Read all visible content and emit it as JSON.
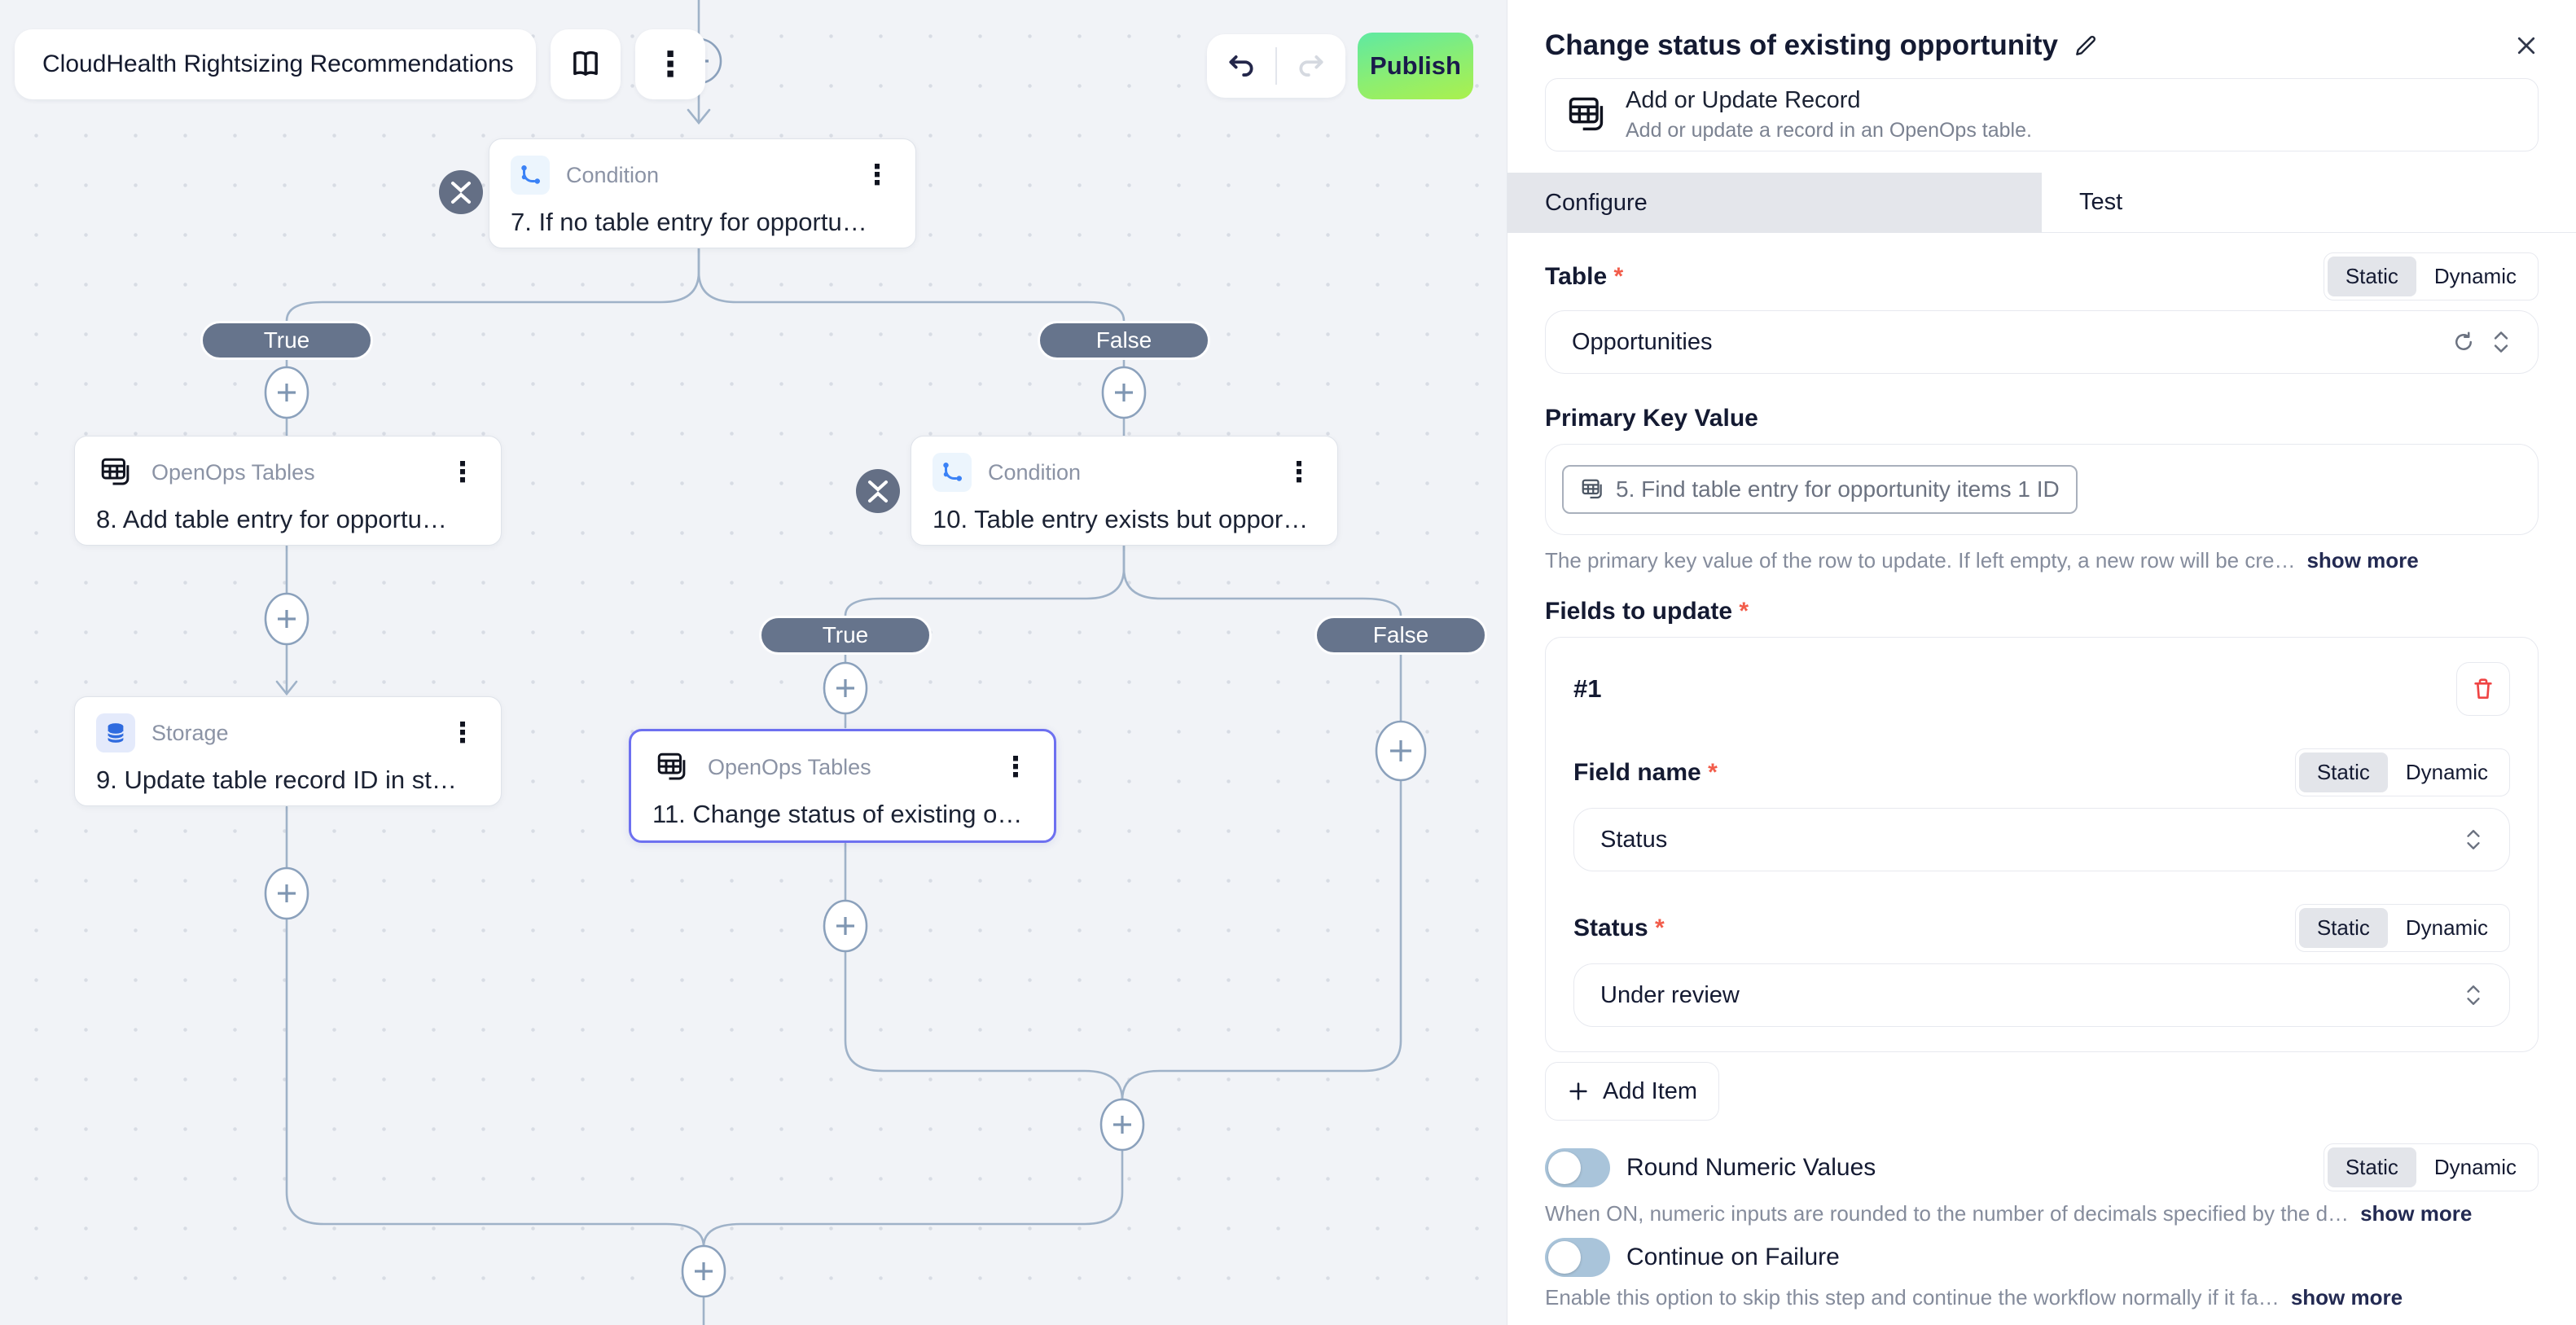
{
  "header": {
    "flow_name": "CloudHealth Rightsizing Recommendations",
    "publish_label": "Publish"
  },
  "canvas": {
    "branch_true": "True",
    "branch_false": "False",
    "nodes": [
      {
        "type_label": "Condition",
        "title": "7. If no table entry for opportu…"
      },
      {
        "type_label": "OpenOps Tables",
        "title": "8. Add table entry for opportu…"
      },
      {
        "type_label": "Condition",
        "title": "10. Table entry exists but oppor…"
      },
      {
        "type_label": "Storage",
        "title": "9. Update table record ID in st…"
      },
      {
        "type_label": "OpenOps Tables",
        "title": "11. Change status of existing o…"
      }
    ]
  },
  "panel": {
    "title": "Change status of existing opportunity",
    "action_name": "Add or Update Record",
    "action_description": "Add or update a record in an OpenOps table.",
    "tab_configure": "Configure",
    "tab_test": "Test",
    "static_label": "Static",
    "dynamic_label": "Dynamic",
    "table_label": "Table",
    "table_value": "Opportunities",
    "primary_key_label": "Primary Key Value",
    "primary_key_chip": "5. Find table entry for opportunity items 1 ID",
    "primary_key_helper": "The primary key value of the row to update. If left empty, a new row will be cre…",
    "show_more": "show more",
    "fields_label": "Fields to update",
    "item_index": "#1",
    "field_name_label": "Field name",
    "field_name_value": "Status",
    "status_label": "Status",
    "status_value": "Under review",
    "add_item_label": "Add Item",
    "round_label": "Round Numeric Values",
    "round_helper": "When ON, numeric inputs are rounded to the number of decimals specified by the d…",
    "continue_label": "Continue on Failure",
    "continue_helper": "Enable this option to skip this step and continue the workflow normally if it fa…"
  },
  "colors": {
    "publish_gradient_top": "#5fe9a2",
    "publish_gradient_bottom": "#abf04d",
    "selected_node_border": "#6d70f0",
    "branch_pill": "#66748c",
    "edge": "#9fb2c8",
    "toggle_track": "#a9c4da",
    "danger": "#ef4444",
    "required_asterisk": "#f25c4a",
    "condition_icon": "#3b82f6",
    "storage_icon": "#2f6bdf"
  }
}
